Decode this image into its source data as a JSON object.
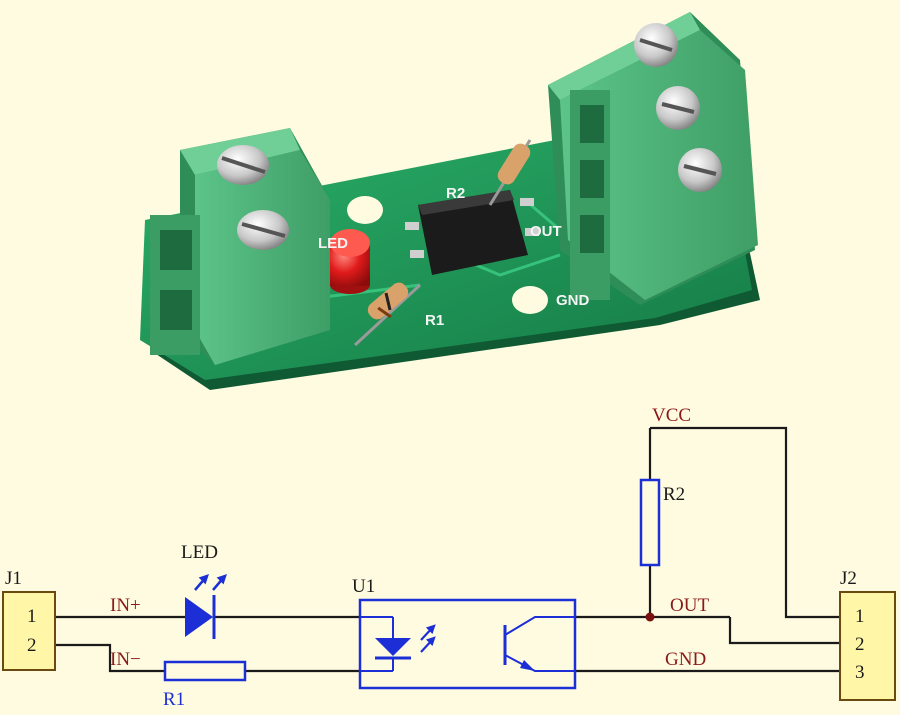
{
  "pcb": {
    "labels": {
      "led": "LED",
      "r1": "R1",
      "r2": "R2",
      "out": "OUT",
      "gnd": "GND"
    }
  },
  "schematic": {
    "j1": {
      "ref": "J1",
      "pins": [
        "1",
        "2"
      ]
    },
    "j2": {
      "ref": "J2",
      "pins": [
        "1",
        "2",
        "3"
      ]
    },
    "net_labels": {
      "in_plus": "IN+",
      "in_minus": "IN−",
      "vcc": "VCC",
      "out": "OUT",
      "gnd": "GND"
    },
    "components": {
      "led": "LED",
      "r1": "R1",
      "r2": "R2",
      "u1": "U1"
    }
  },
  "colors": {
    "background": "#fefbe0",
    "pcb_green": "#1f9a5a",
    "terminal_green": "#4fb57a",
    "wire": "#1a1a1a",
    "symbol_blue": "#1c2fd6",
    "label_red": "#8a1a1a",
    "connector_fill": "#fff6a8",
    "junction": "#7a1010"
  },
  "icons": [
    "led-arrow-icon",
    "photo-arrow-icon",
    "screw-icon"
  ]
}
